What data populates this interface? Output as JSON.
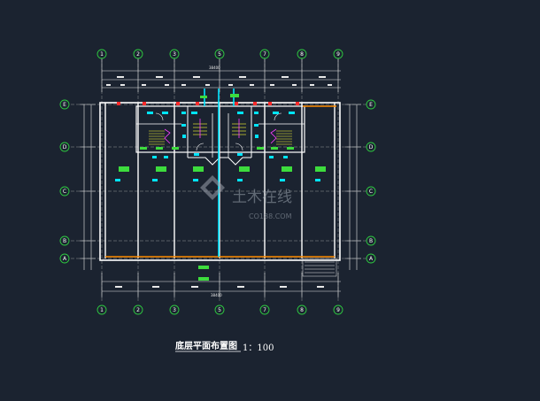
{
  "drawing": {
    "grid_columns_top": [
      "1",
      "2",
      "3",
      "5",
      "7",
      "8",
      "9"
    ],
    "grid_columns_bottom": [
      "1",
      "2",
      "3",
      "5",
      "7",
      "8",
      "9"
    ],
    "grid_rows_left": [
      "E",
      "D",
      "C",
      "B",
      "A"
    ],
    "grid_rows_right": [
      "E",
      "D",
      "C",
      "B",
      "A"
    ],
    "overall_dimension": "38400",
    "title": "底层平面布置图",
    "scale": "1：100"
  },
  "watermark": {
    "brand_cn": "土木在线",
    "brand_url": "CO188.COM"
  },
  "colors": {
    "background": "#1b2330",
    "wall": "#ffffff",
    "axis": "#ffffff",
    "grid_bubble": "#2ecc40",
    "furniture": "#00e5ff",
    "label": "#3ddc3d",
    "door": "#ff2a2a",
    "stair": "#ff40ff",
    "stair_tread": "#ffff33",
    "facade": "#ff8c00"
  }
}
